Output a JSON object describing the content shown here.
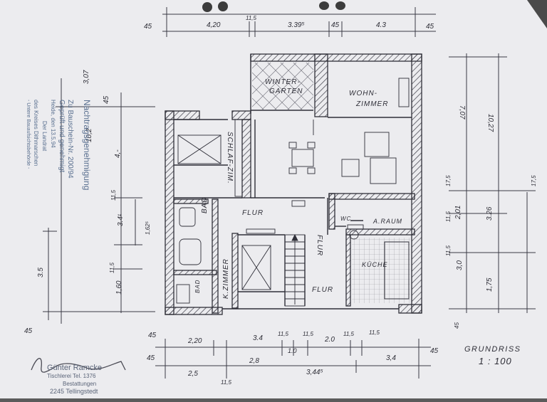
{
  "rooms": {
    "wintergarten_1": "WINTER-",
    "wintergarten_2": "GARTEN",
    "wohnzimmer_1": "WOHN-",
    "wohnzimmer_2": "ZIMMER",
    "schlafzimmer": "SCHLAF-ZIM.",
    "flur_top": "FLUR",
    "flur_mid": "FLUR",
    "flur_bottom": "FLUR",
    "bad_top": "BAD",
    "bad_bottom": "BAD",
    "kinderzimmer": "K.ZIMMER",
    "wc": "WC",
    "abstellraum": "A.RAUM",
    "kueche": "KÜCHE"
  },
  "dimensions": {
    "top": [
      "45",
      "4,20",
      "11,5",
      "3.39⁵",
      "45",
      "4.3",
      "45"
    ],
    "bottom_row1": [
      "45",
      "2,20",
      "3.4",
      "11,5",
      "11,5",
      "2.0",
      "11,5",
      "11,5",
      "45"
    ],
    "bottom_row2": [
      "1.0"
    ],
    "bottom_row3": [
      "45",
      "2,8",
      "3,4"
    ],
    "bottom_row4": [
      "2,5",
      "3,44⁵",
      "11,5"
    ],
    "left": [
      "3,07",
      "45",
      "10,2",
      "4,-",
      "11,5",
      "3.4¹",
      "1,62⁵",
      "11,5",
      "1,60",
      "45",
      "3.5"
    ],
    "right": [
      "7,07",
      "10,27",
      "17,5",
      "11,5",
      "2,01",
      "3.26",
      "17,5",
      "3,0",
      "11,5",
      "1,75",
      "45"
    ]
  },
  "title": {
    "line1": "GRUNDRISS",
    "line2": "1 : 100"
  },
  "stamp": {
    "line1": "Nachtragsgenehmigung",
    "line2": "Zu Bauschein-Nr. 200/94",
    "line3": "Geprüft und genehmigt",
    "line4": "Heide, den 13.5.94",
    "line5": "Der Landrat",
    "line6": "des Kreises Dithmarschen",
    "line7": "- Untere Bauaufsichtsbehörde -"
  },
  "company": {
    "name": "Günter Ramcke",
    "line1": "Tischlerei  Tel. 1376",
    "line2": "Bestattungen",
    "line3": "2245 Tellingstedt"
  },
  "colors": {
    "paper": "#ececef",
    "ink": "#2f2f38",
    "stamp_ink": "#5a7090",
    "green_ink": "#3f7f3f"
  }
}
